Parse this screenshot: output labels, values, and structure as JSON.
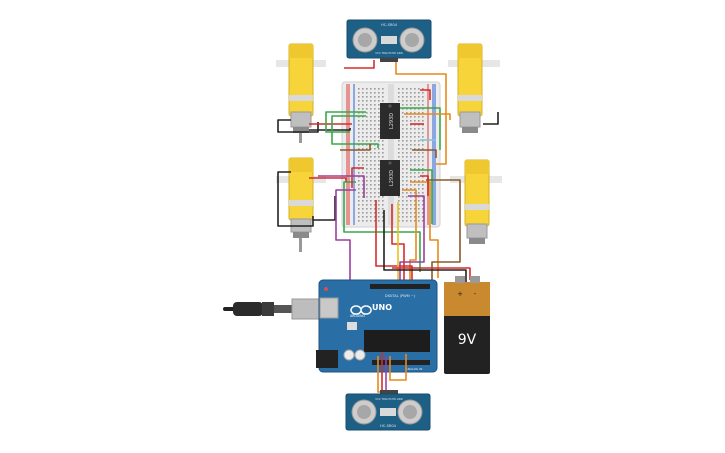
{
  "circuit": {
    "colors": {
      "motor_body": "#f7d43a",
      "arduino_board": "#2a6ea6",
      "sensor_board": "#1e5f86",
      "breadboard": "#e9e9e9",
      "battery_body": "#222222",
      "battery_cap": "#c9892f",
      "wire_red": "#d62c2c",
      "wire_orange": "#e68a1e",
      "wire_green": "#39a84a",
      "wire_purple": "#9c3fa0",
      "wire_black": "#222222",
      "wire_yellow": "#e8c21a",
      "wire_brown": "#8b5a2b"
    },
    "arduino": {
      "brand": "UNO",
      "maker": "ARDUINO",
      "digital_header": "DIGITAL (PWM ~)",
      "analog_header": "ANALOG IN"
    },
    "battery": {
      "label": "9V",
      "plus": "+",
      "minus": "-"
    },
    "sensor_top": {
      "model": "HC-SR04",
      "pins": "VCC TRIG ECHO GND"
    },
    "sensor_bottom": {
      "model": "HC-SR04",
      "pins": "VCC TRIG ECHO GND"
    },
    "chips": {
      "chip1": "L293D",
      "chip2": "L293D"
    }
  }
}
